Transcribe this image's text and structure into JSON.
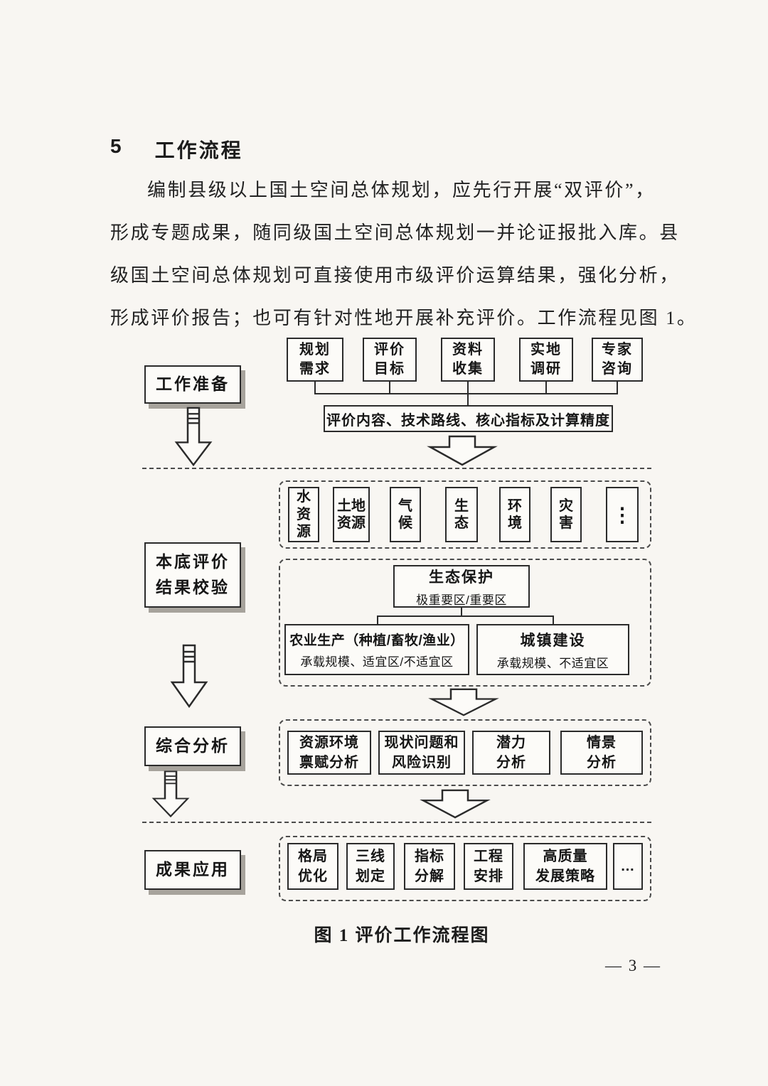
{
  "colors": {
    "paper": "#f8f6f2",
    "ink": "#1c1c1c",
    "box_border": "#2b2b2b"
  },
  "page": {
    "heading_number": "5",
    "heading_title": "工作流程",
    "paragraph_lines": [
      "编制县级以上国土空间总体规划，应先行开展“双评价”，",
      "形成专题成果，随同级国土空间总体规划一并论证报批入库。县",
      "级国土空间总体规划可直接使用市级评价运算结果，强化分析，",
      "形成评价报告；也可有针对性地开展补充评价。工作流程见图 1。"
    ],
    "figure_caption": "图 1  评价工作流程图",
    "page_number": "— 3 —"
  },
  "diagram": {
    "stages": [
      {
        "lines": [
          "工作准备"
        ]
      },
      {
        "lines": [
          "本底评价",
          "结果校验"
        ]
      },
      {
        "lines": [
          "综合分析"
        ]
      },
      {
        "lines": [
          "成果应用"
        ]
      }
    ],
    "top_inputs": [
      {
        "line1": "规划",
        "line2": "需求"
      },
      {
        "line1": "评价",
        "line2": "目标"
      },
      {
        "line1": "资料",
        "line2": "收集"
      },
      {
        "line1": "实地",
        "line2": "调研"
      },
      {
        "line1": "专家",
        "line2": "咨询"
      }
    ],
    "prep_output": "评价内容、技术路线、核心指标及计算精度",
    "elements": [
      {
        "chars": "水资源"
      },
      {
        "chars": "土地资源"
      },
      {
        "chars": "气候"
      },
      {
        "chars": "生态"
      },
      {
        "chars": "环境"
      },
      {
        "chars": "灾害"
      },
      {
        "chars": "⋮"
      }
    ],
    "eco_box": {
      "title": "生态保护",
      "subtitle": "极重要区/重要区"
    },
    "agri_box": {
      "title": "农业生产（种植/畜牧/渔业）",
      "subtitle": "承载规模、适宜区/不适宜区"
    },
    "urban_box": {
      "title": "城镇建设",
      "subtitle": "承载规模、不适宜区"
    },
    "analysis_boxes": [
      {
        "line1": "资源环境",
        "line2": "禀赋分析"
      },
      {
        "line1": "现状问题和",
        "line2": "风险识别"
      },
      {
        "line1": "潜力",
        "line2": "分析"
      },
      {
        "line1": "情景",
        "line2": "分析"
      }
    ],
    "application_boxes": [
      {
        "line1": "格局",
        "line2": "优化"
      },
      {
        "line1": "三线",
        "line2": "划定"
      },
      {
        "line1": "指标",
        "line2": "分解"
      },
      {
        "line1": "工程",
        "line2": "安排"
      },
      {
        "line1": "高质量",
        "line2": "发展策略"
      },
      {
        "line1": "…",
        "line2": ""
      }
    ]
  }
}
